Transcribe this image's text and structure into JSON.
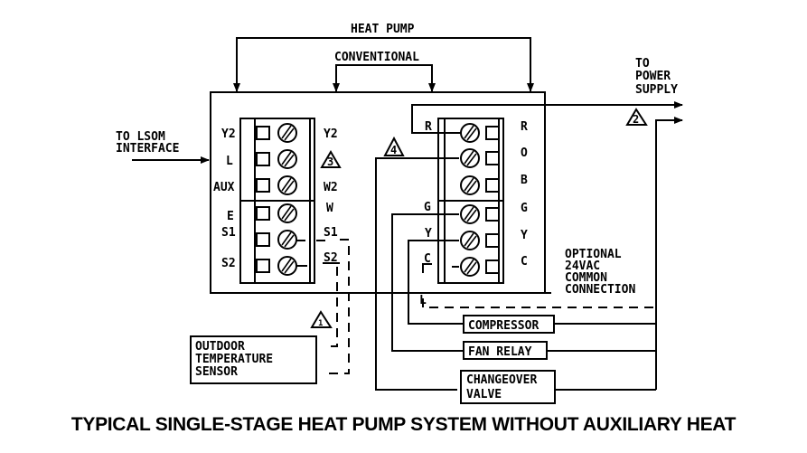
{
  "top_labels": {
    "heat_pump": "HEAT PUMP",
    "conventional": "CONVENTIONAL"
  },
  "lsom": {
    "line1": "TO LSOM",
    "line2": "INTERFACE"
  },
  "power_supply": {
    "line1": "TO",
    "line2": "POWER",
    "line3": "SUPPLY"
  },
  "left_block": {
    "left_labels": [
      "Y2",
      "L",
      "AUX",
      "E",
      "S1",
      "S2"
    ],
    "right_labels": [
      "Y2",
      "W2",
      "W",
      "S1",
      "S2"
    ],
    "note_3": "3"
  },
  "right_block": {
    "left_labels": [
      "R",
      "G",
      "Y",
      "C",
      "L"
    ],
    "right_labels": [
      "R",
      "O",
      "B",
      "G",
      "Y",
      "C"
    ],
    "note_4": "4"
  },
  "notes": {
    "note_1": "1",
    "note_2": "2"
  },
  "optional": {
    "line1": "OPTIONAL",
    "line2": "24VAC",
    "line3": "COMMON",
    "line4": "CONNECTION"
  },
  "components": {
    "compressor": "COMPRESSOR",
    "fan_relay": "FAN RELAY",
    "changeover_line1": "CHANGEOVER",
    "changeover_line2": "VALVE"
  },
  "sensor": {
    "line1": "OUTDOOR",
    "line2": "TEMPERATURE",
    "line3": "SENSOR"
  },
  "caption": "TYPICAL SINGLE-STAGE HEAT PUMP SYSTEM WITHOUT AUXILIARY HEAT"
}
